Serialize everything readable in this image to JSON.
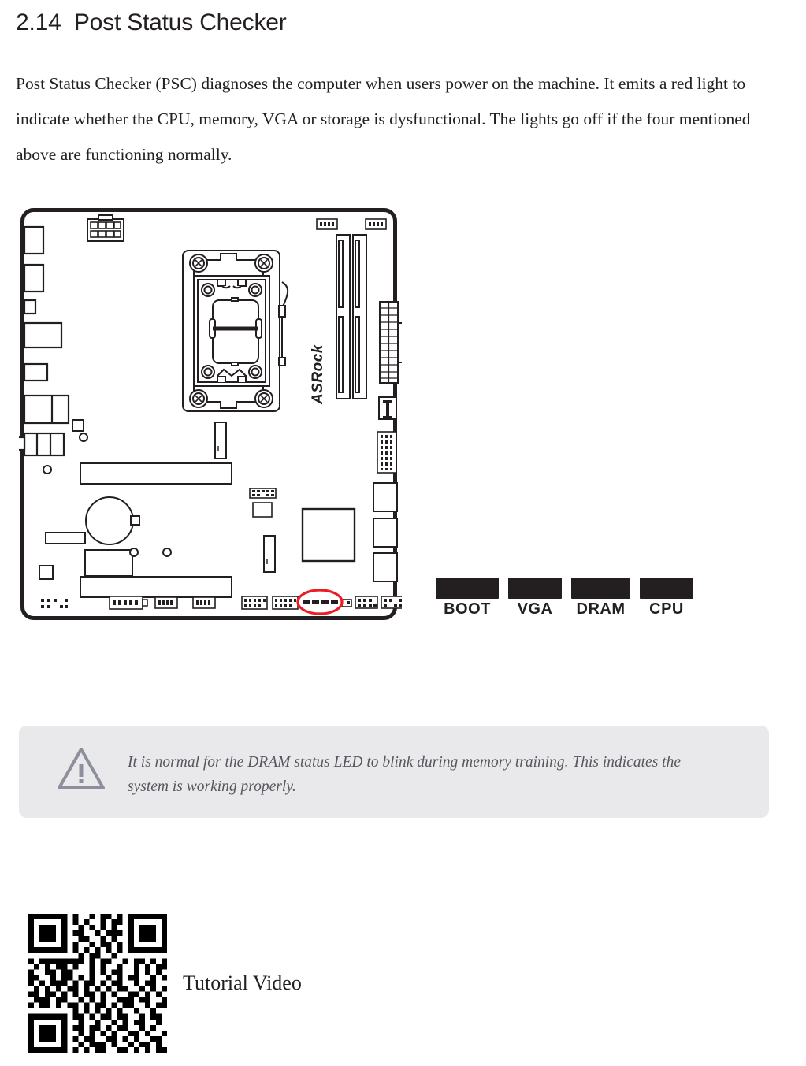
{
  "page": {
    "background_color": "#ffffff",
    "text_color": "#231f20"
  },
  "heading": {
    "number": "2.14",
    "title": "Post Status Checker",
    "full": "2.14  Post Status Checker"
  },
  "intro": {
    "paragraph": "Post Status Checker (PSC) diagnoses the computer when users power on the machine. It emits a red light to indicate whether the CPU, memory, VGA or storage is dysfunctional. The lights go off if the four mentioned above are functioning normally."
  },
  "figure": {
    "name": "motherboard-diagram",
    "brand_silkscreen": "ASRock",
    "highlight": {
      "shape": "ellipse",
      "color": "#ed1c24",
      "target": "post-status-checker-leds"
    }
  },
  "led_legend": {
    "items": [
      {
        "label": "BOOT",
        "chip_color": "#231f20",
        "chip_width": 80
      },
      {
        "label": "VGA",
        "chip_color": "#231f20",
        "chip_width": 68
      },
      {
        "label": "DRAM",
        "chip_color": "#231f20",
        "chip_width": 75
      },
      {
        "label": "CPU",
        "chip_color": "#231f20",
        "chip_width": 68
      }
    ]
  },
  "note": {
    "icon": "warning-triangle-icon",
    "icon_color": "#8d909c",
    "background_color": "#e9e9eb",
    "text": "It is normal for the DRAM status LED to blink during memory training. This indicates the system is working properly."
  },
  "qr": {
    "caption": "Tutorial Video",
    "alt": "qr-code"
  }
}
